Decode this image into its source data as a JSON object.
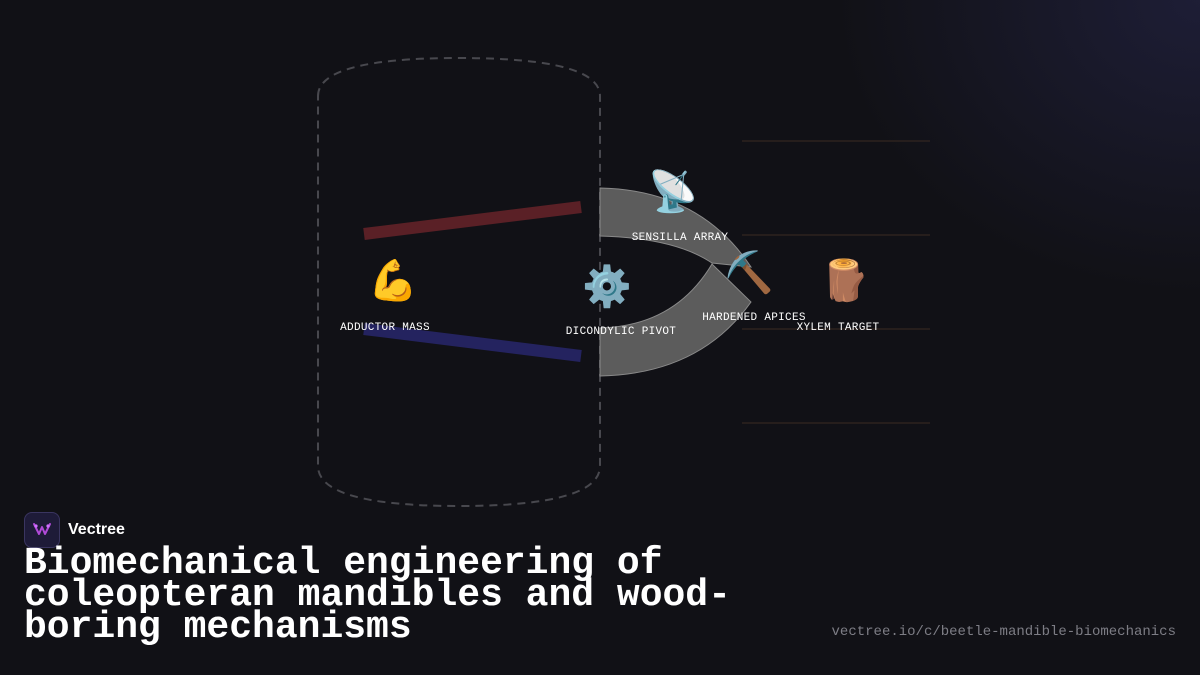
{
  "brand": {
    "name": "Vectree",
    "logo_icon": "vectree-logo-icon"
  },
  "title": "Biomechanical engineering of coleopteran mandibles and wood-boring mechanisms",
  "url": "vectree.io/c/beetle-mandible-biomechanics",
  "colors": {
    "background": "#111116",
    "muscle_upper": "#5a2026",
    "muscle_lower": "#24235f",
    "mandible": "#5c5c5c",
    "wood_lines": "#3a2a22",
    "outline": "#48484e"
  },
  "nodes": {
    "adductor": {
      "label": "ADDUCTOR MASS",
      "icon": "💪",
      "icon_name": "flexed-biceps-icon"
    },
    "pivot": {
      "label": "DICONDYLIC PIVOT",
      "icon": "⚙️",
      "icon_name": "gear-icon"
    },
    "sensilla": {
      "label": "SENSILLA ARRAY",
      "icon": "📡",
      "icon_name": "satellite-antenna-icon"
    },
    "apices": {
      "label": "HARDENED APICES",
      "icon": "⛏️",
      "icon_name": "pick-icon"
    },
    "xylem": {
      "label": "XYLEM TARGET",
      "icon": "🪵",
      "icon_name": "wood-log-icon"
    }
  }
}
